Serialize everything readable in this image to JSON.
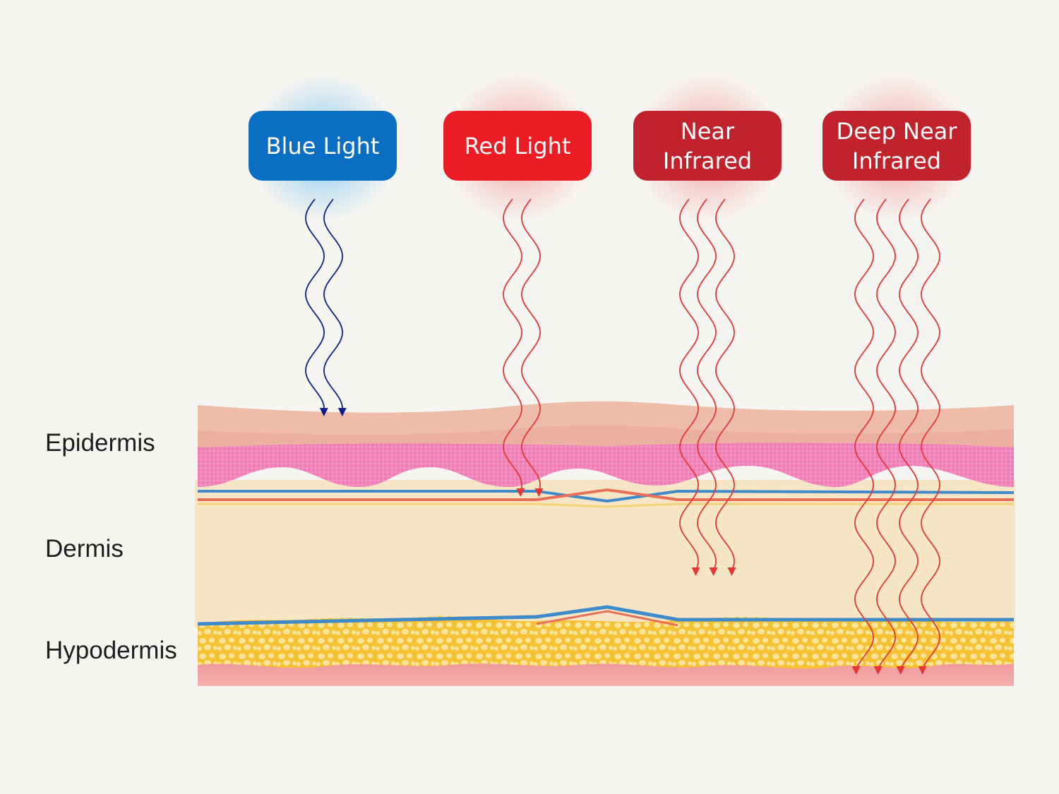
{
  "lights": [
    {
      "name": "blue-light",
      "label": "Blue Light",
      "color": "#0a6fc2",
      "wave_color": "#0c1f8f",
      "glow": "#2ea9f2",
      "penetrates_to": "epidermis"
    },
    {
      "name": "red-light",
      "label": "Red Light",
      "color": "#ec1c24",
      "wave_color": "#e53535",
      "glow": "#e8404a",
      "penetrates_to": "upper dermis"
    },
    {
      "name": "near-infrared",
      "label": "Near\nInfrared",
      "color": "#c1232c",
      "wave_color": "#e53535",
      "glow": "#e8404a",
      "penetrates_to": "dermis"
    },
    {
      "name": "deep-near-infrared",
      "label": "Deep Near\nInfrared",
      "color": "#c1232c",
      "wave_color": "#e53535",
      "glow": "#e8404a",
      "penetrates_to": "hypodermis"
    }
  ],
  "layers": {
    "epidermis": "Epidermis",
    "dermis": "Dermis",
    "hypodermis": "Hypodermis"
  },
  "colors": {
    "background": "#f7f5f1",
    "epidermis_surface": "#efbcaa",
    "epidermis_pink": "#ef7bb5",
    "dermis": "#f6e6c6",
    "fat": "#f6cf4a",
    "blood_vessel_blue": "#3f8ac9",
    "blood_vessel_red": "#e8705a",
    "base_tissue": "#ef9ea0"
  }
}
